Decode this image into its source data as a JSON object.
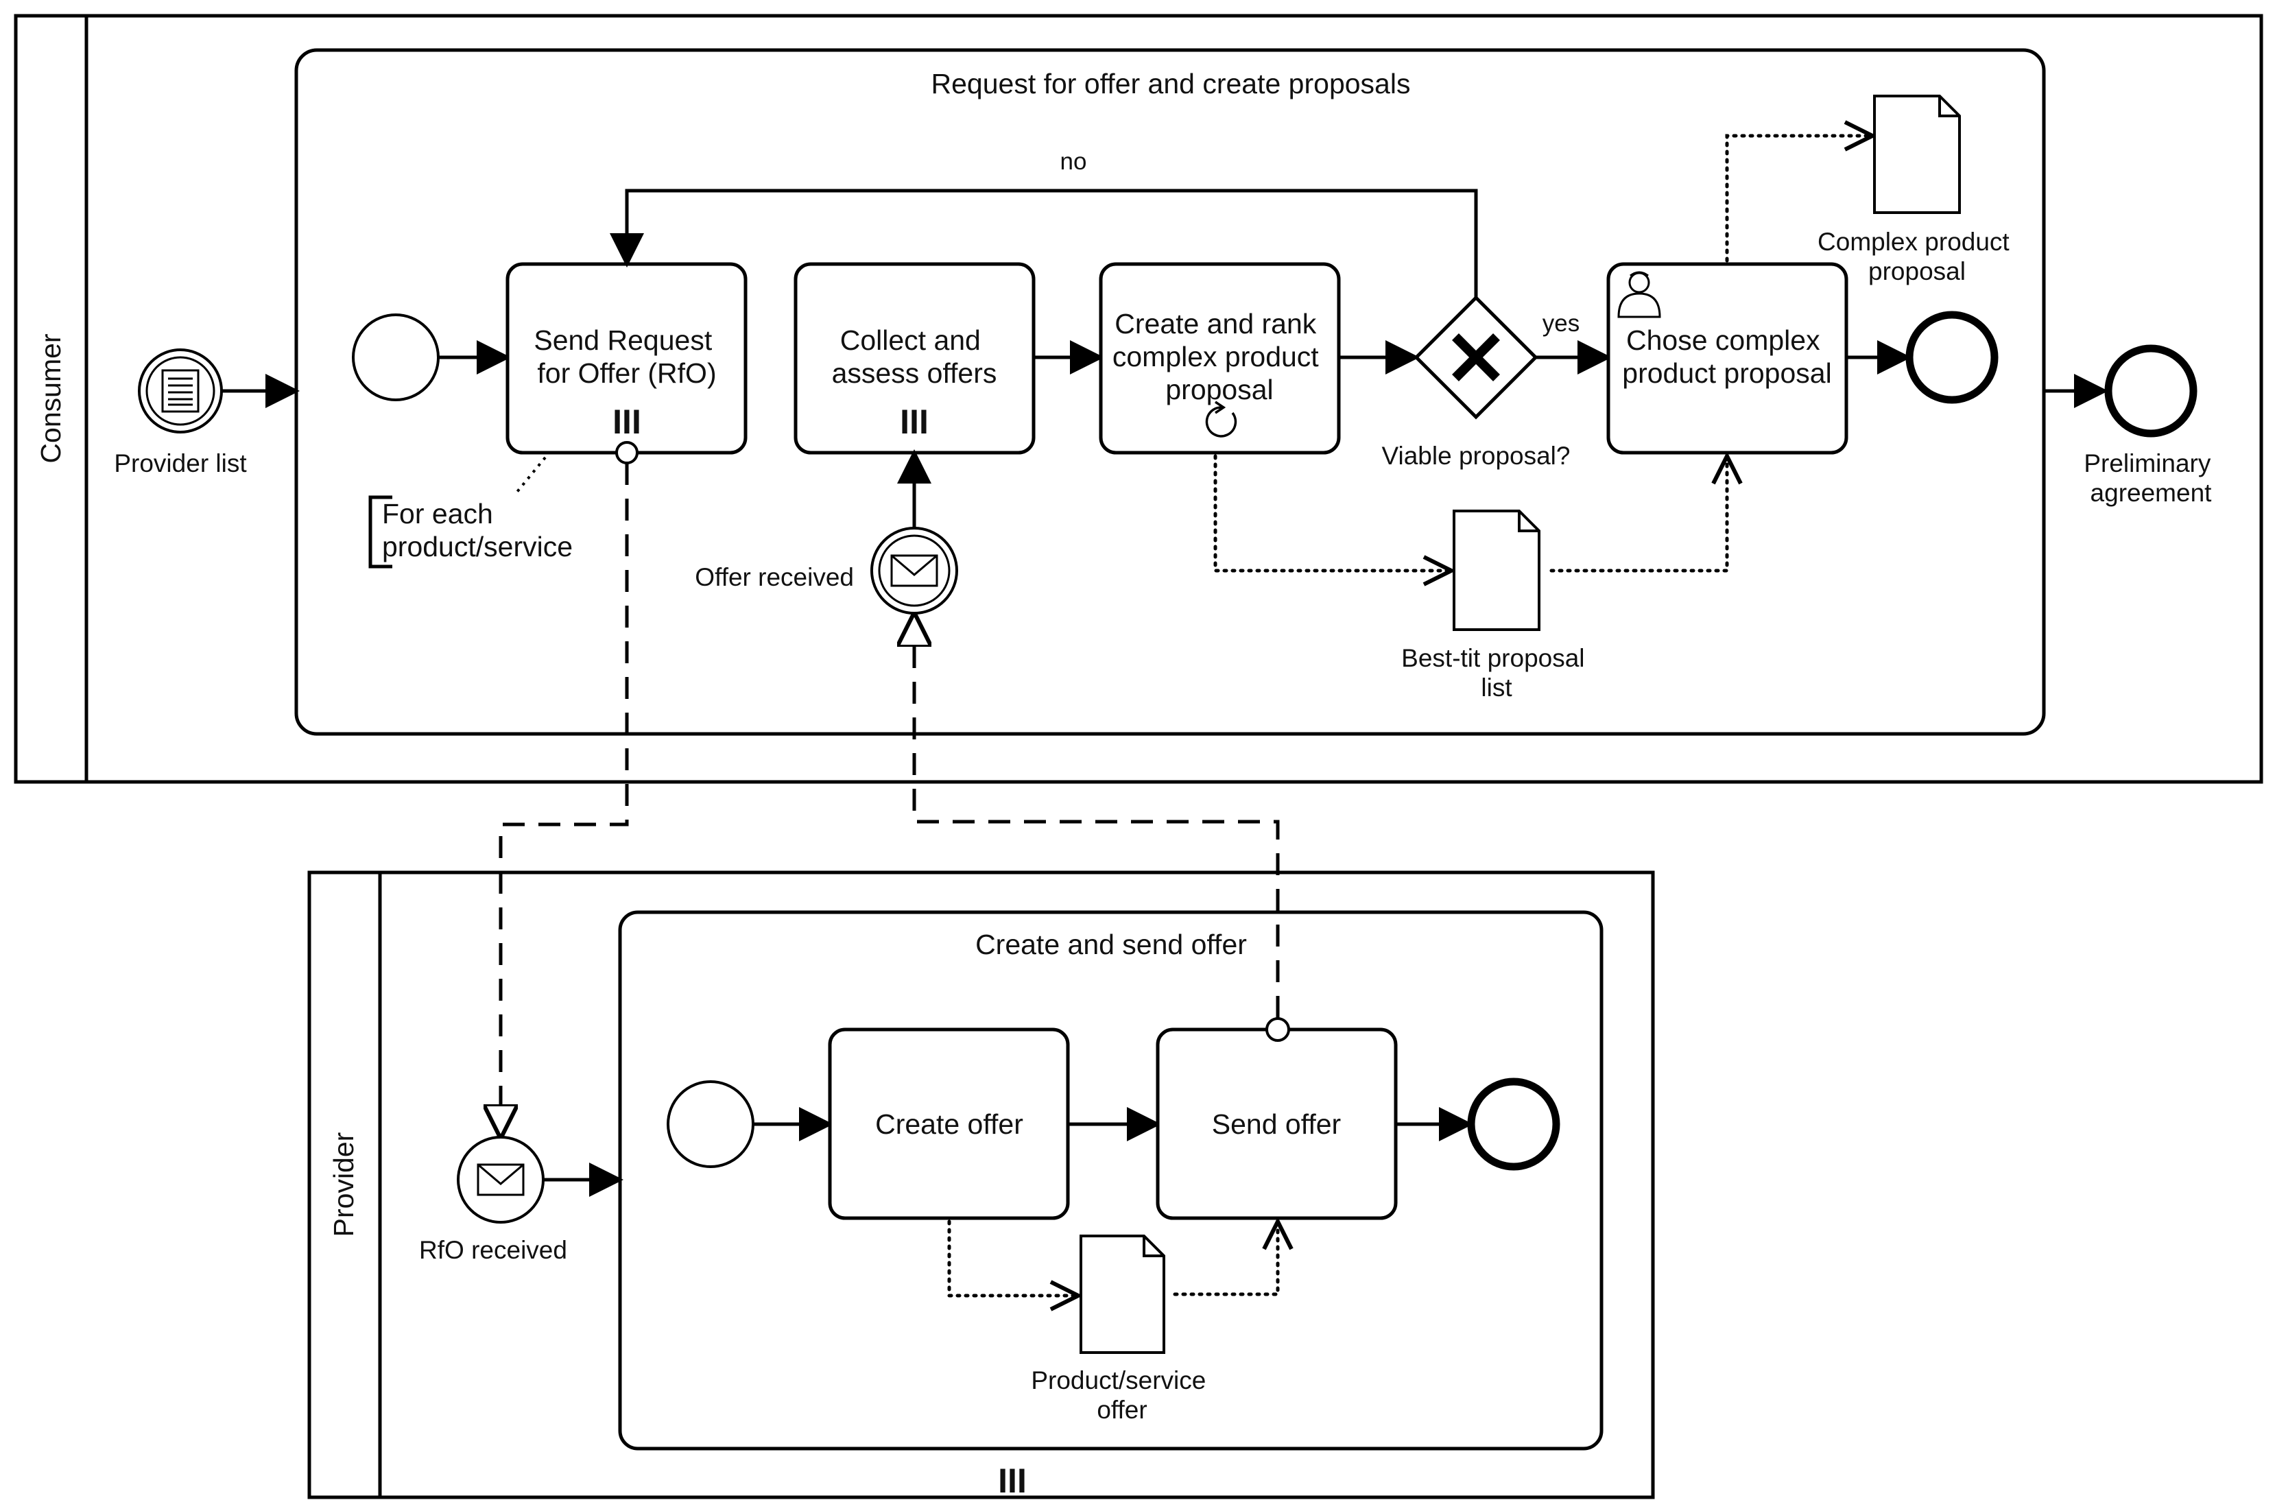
{
  "pools": {
    "consumer": {
      "label": "Consumer"
    },
    "provider": {
      "label": "Provider"
    }
  },
  "subprocesses": {
    "request": {
      "title": "Request for offer and create proposals"
    },
    "create": {
      "title": "Create and send offer"
    }
  },
  "tasks": {
    "send_rfo": {
      "lines": [
        "Send Request",
        "for Offer (RfO)"
      ]
    },
    "collect": {
      "lines": [
        "Collect and",
        "assess offers"
      ]
    },
    "create_rank": {
      "lines": [
        "Create and rank",
        "complex product",
        "proposal"
      ]
    },
    "chose": {
      "lines": [
        "Chose complex",
        "product proposal"
      ]
    },
    "create_offer": {
      "lines": [
        "Create offer"
      ]
    },
    "send_offer": {
      "lines": [
        "Send offer"
      ]
    }
  },
  "events": {
    "provider_list": {
      "label": "Provider list"
    },
    "offer_received": {
      "label": "Offer received"
    },
    "preliminary": {
      "lines": [
        "Preliminary",
        "agreement"
      ]
    },
    "rfo_received": {
      "label": "RfO received"
    }
  },
  "gateway": {
    "label": "Viable proposal?"
  },
  "flows": {
    "no": "no",
    "yes": "yes"
  },
  "annotation": {
    "lines": [
      "For each",
      "product/service"
    ]
  },
  "data_objects": {
    "complex_proposal": {
      "lines": [
        "Complex product",
        "proposal"
      ]
    },
    "best_fit": {
      "lines": [
        "Best-tit proposal",
        "list"
      ]
    },
    "product_offer": {
      "lines": [
        "Product/service",
        "offer"
      ]
    }
  },
  "markers": {
    "multi_instance": "III"
  }
}
